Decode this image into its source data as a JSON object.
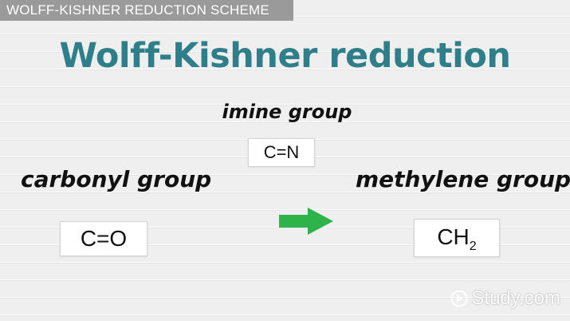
{
  "header": {
    "title": "WOLFF-KISHNER REDUCTION SCHEME"
  },
  "slide": {
    "title": "Wolff-Kishner reduction",
    "imine": {
      "label": "imine group",
      "formula": "C=N"
    },
    "carbonyl": {
      "label": "carbonyl group",
      "formula": "C=O"
    },
    "methylene": {
      "label": "methylene group",
      "formula_main": "CH",
      "formula_sub": "2"
    },
    "arrow_icon": "right-arrow-icon",
    "arrow_color": "#2db34a"
  },
  "watermark": {
    "icon": "play-circle-icon",
    "text": "Study.com"
  },
  "colors": {
    "title": "#2f7f8a",
    "header_bar": "#9a9a9a",
    "background": "#efefef"
  }
}
